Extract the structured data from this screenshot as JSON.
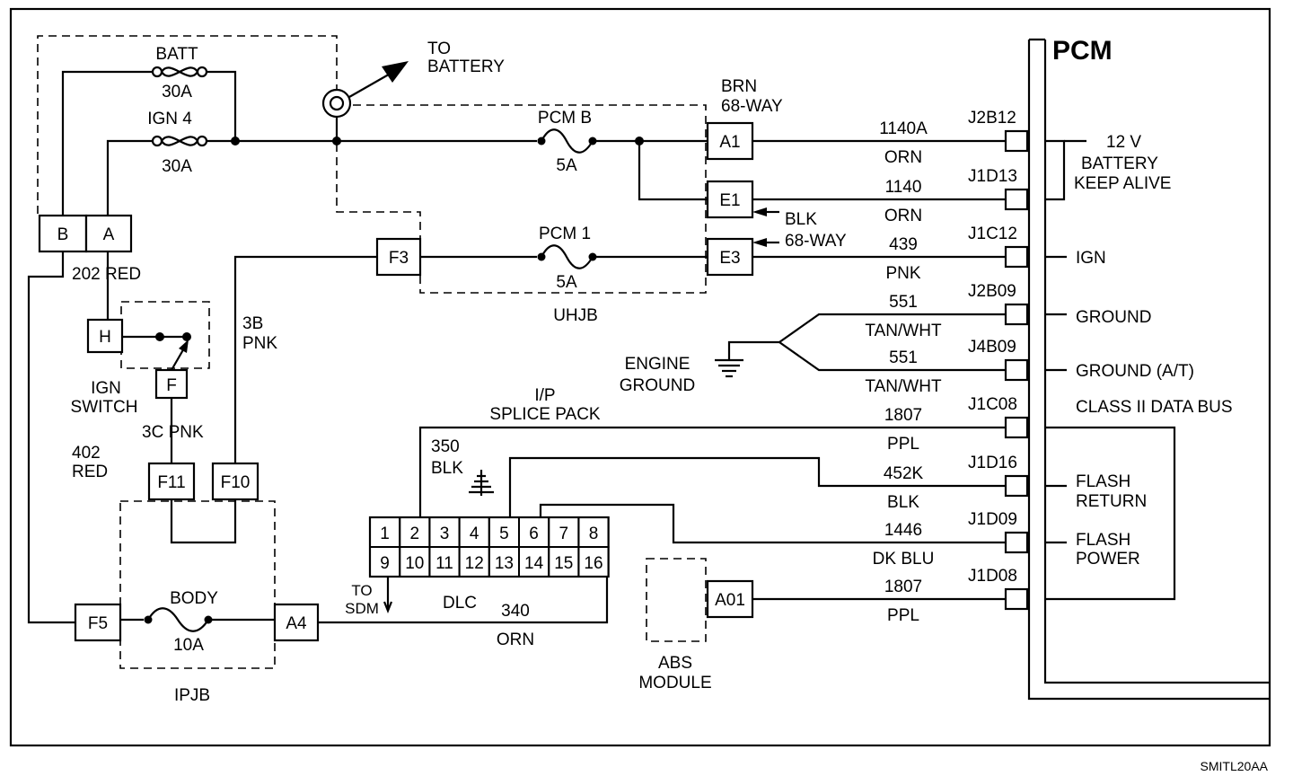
{
  "title": "PCM",
  "figure_code": "SMITL20AA",
  "uhjb": {
    "label": "UHJB",
    "fuses": [
      {
        "name": "BATT",
        "rating": "30A"
      },
      {
        "name": "IGN 4",
        "rating": "30A"
      },
      {
        "name": "PCM B",
        "rating": "5A"
      },
      {
        "name": "PCM 1",
        "rating": "5A"
      }
    ],
    "connectors": {
      "b": "B",
      "a": "A",
      "f3": "F3"
    }
  },
  "to_battery": [
    "TO",
    "BATTERY"
  ],
  "pcm_connectors": {
    "brn": [
      "BRN",
      "68-WAY"
    ],
    "blk": [
      "BLK",
      "68-WAY"
    ],
    "a1": "A1",
    "e1": "E1",
    "e3": "E3"
  },
  "ign_switch": {
    "label": [
      "IGN",
      "SWITCH"
    ],
    "h": "H",
    "f": "F"
  },
  "wire_labels": {
    "w202": "202 RED",
    "w3b": [
      "3B",
      "PNK"
    ],
    "w3c": "3C  PNK",
    "w402": [
      "402",
      "RED"
    ],
    "w350": [
      "350",
      "BLK"
    ],
    "w340": [
      "340",
      "ORN"
    ]
  },
  "ipjb": {
    "label": "IPJB",
    "connectors": {
      "f11": "F11",
      "f10": "F10",
      "f5": "F5",
      "a4": "A4"
    },
    "fuse": {
      "name": "BODY",
      "rating": "10A"
    }
  },
  "splice_pack": [
    "I/P",
    "SPLICE PACK"
  ],
  "engine_ground": [
    "ENGINE",
    "GROUND"
  ],
  "dlc": {
    "label": "DLC",
    "to_sdm": [
      "TO",
      "SDM"
    ],
    "pins_top": [
      "1",
      "2",
      "3",
      "4",
      "5",
      "6",
      "7",
      "8"
    ],
    "pins_bottom": [
      "9",
      "10",
      "11",
      "12",
      "13",
      "14",
      "15",
      "16"
    ]
  },
  "abs": {
    "label": [
      "ABS",
      "MODULE"
    ],
    "connector": "A01"
  },
  "circuits": [
    {
      "pin": "J2B12",
      "num": "1140A",
      "color": "ORN"
    },
    {
      "pin": "J1D13",
      "num": "1140",
      "color": "ORN"
    },
    {
      "pin": "J1C12",
      "num": "439",
      "color": "PNK"
    },
    {
      "pin": "J2B09",
      "num": "551",
      "color": "TAN/WHT"
    },
    {
      "pin": "J4B09",
      "num": "551",
      "color": "TAN/WHT"
    },
    {
      "pin": "J1C08",
      "num": "1807",
      "color": "PPL"
    },
    {
      "pin": "J1D16",
      "num": "452K",
      "color": "BLK"
    },
    {
      "pin": "J1D09",
      "num": "1446",
      "color": "DK BLU"
    },
    {
      "pin": "J1D08",
      "num": "1807",
      "color": "PPL"
    }
  ],
  "pcm_functions": {
    "battery": [
      "12 V",
      "BATTERY",
      "KEEP ALIVE"
    ],
    "ign": "IGN",
    "ground": "GROUND",
    "ground_at": "GROUND (A/T)",
    "class2": "CLASS II DATA BUS",
    "flash_return": [
      "FLASH",
      "RETURN"
    ],
    "flash_power": [
      "FLASH",
      "POWER"
    ]
  }
}
